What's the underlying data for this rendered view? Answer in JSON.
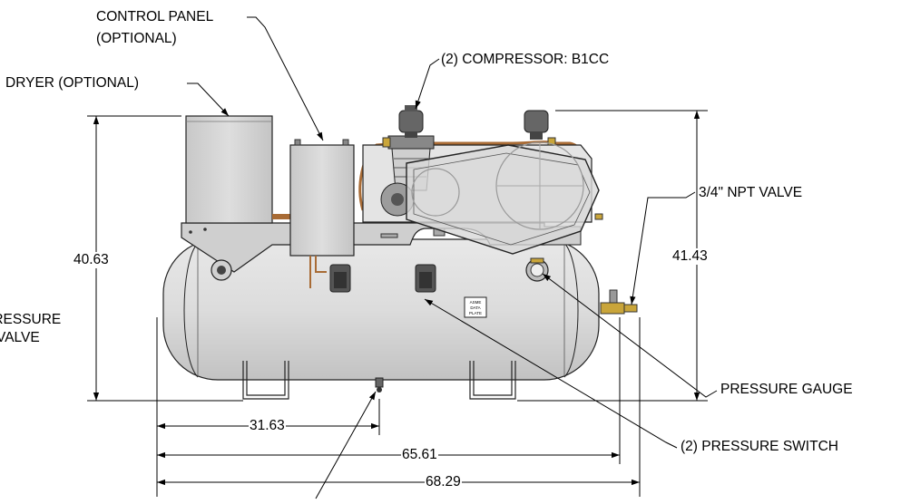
{
  "labels": {
    "control_panel": "CONTROL PANEL",
    "control_panel_note": "(OPTIONAL)",
    "compressor": "(2) COMPRESSOR: B1CC",
    "dryer": "DRYER (OPTIONAL)",
    "npt_valve": "3/4\" NPT VALVE",
    "pressure_relief_line1": "PRESSURE",
    "pressure_relief_line2": "VALVE",
    "pressure_gauge": "PRESSURE GAUGE",
    "pressure_switch": "(2) PRESSURE SWITCH",
    "data_plate_line1": "ASME",
    "data_plate_line2": "DATA",
    "data_plate_line3": "PLATE"
  },
  "dimensions": {
    "height_left": "40.63",
    "height_right": "41.43",
    "drain_offset": "31.63",
    "valve_length": "65.61",
    "overall_length": "68.29"
  },
  "colors": {
    "tank": "#dadada",
    "panel": "#d3d3d3",
    "copper": "#a86b35",
    "brass": "#c9a53a"
  }
}
